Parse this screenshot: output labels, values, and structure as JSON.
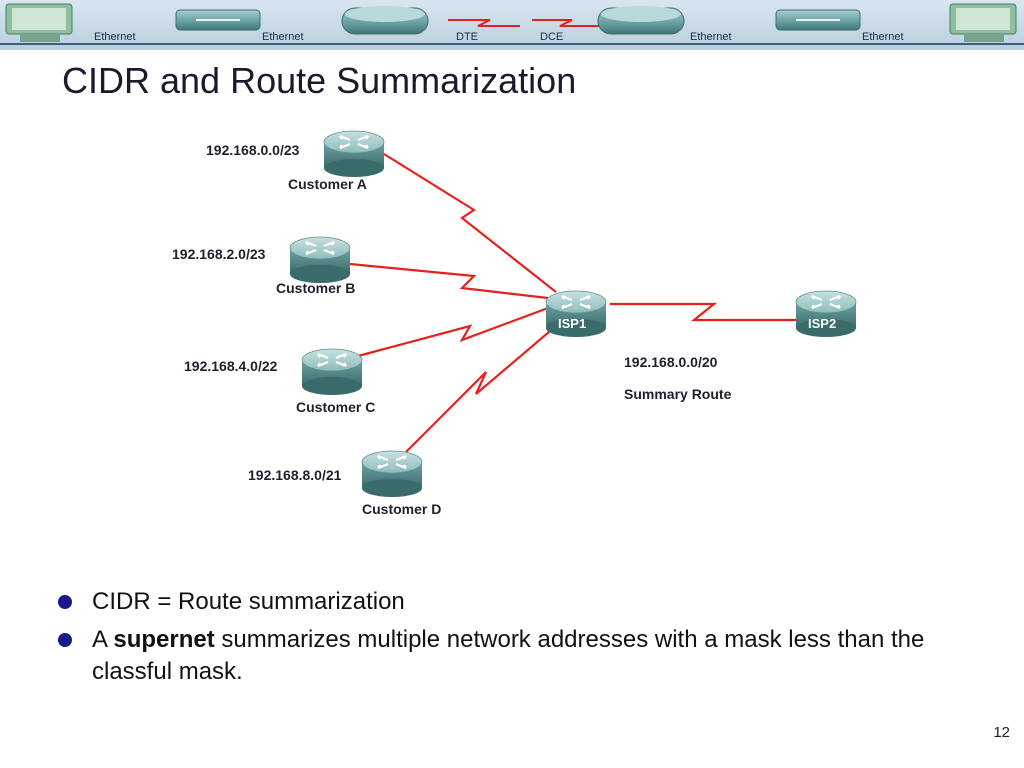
{
  "banner": {
    "labels": [
      "Ethernet",
      "Ethernet",
      "DTE",
      "DCE",
      "Ethernet",
      "Ethernet"
    ]
  },
  "slide": {
    "title": "CIDR and Route Summarization",
    "page_number": "12"
  },
  "diagram": {
    "customers": [
      {
        "name": "Customer A",
        "network": "192.168.0.0/23"
      },
      {
        "name": "Customer B",
        "network": "192.168.2.0/23"
      },
      {
        "name": "Customer C",
        "network": "192.168.4.0/22"
      },
      {
        "name": "Customer D",
        "network": "192.168.8.0/21"
      }
    ],
    "isp1": "ISP1",
    "isp2": "ISP2",
    "summary_network": "192.168.0.0/20",
    "summary_label": "Summary Route",
    "link_color": "#e8201c",
    "router_color": "#5f9a9a"
  },
  "bullets": {
    "b1": "CIDR = Route summarization",
    "b2_pre": "A ",
    "b2_bold": "supernet",
    "b2_post": " summarizes multiple network addresses with a mask less than the classful mask."
  }
}
